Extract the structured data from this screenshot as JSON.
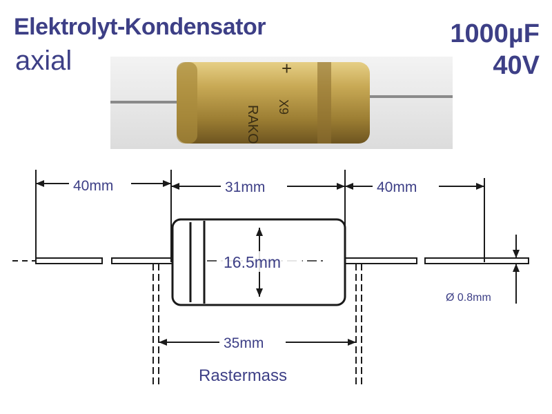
{
  "header": {
    "title": "Elektrolyt-Kondensator",
    "subtitle": "axial",
    "capacitance": "1000µF",
    "voltage": "40V"
  },
  "photo": {
    "print_brand": "RAKO",
    "print_marking": "X9"
  },
  "dimensions": {
    "lead_left": "40mm",
    "body_length": "31mm",
    "lead_right": "40mm",
    "diameter": "16.5mm",
    "lead_diameter": "Ø 0.8mm",
    "pitch": "35mm",
    "pitch_label": "Rastermass"
  },
  "colors": {
    "text": "#3d3f86",
    "capacitor_body": "#b89a45",
    "drawing_ink": "#1a1a1a"
  }
}
